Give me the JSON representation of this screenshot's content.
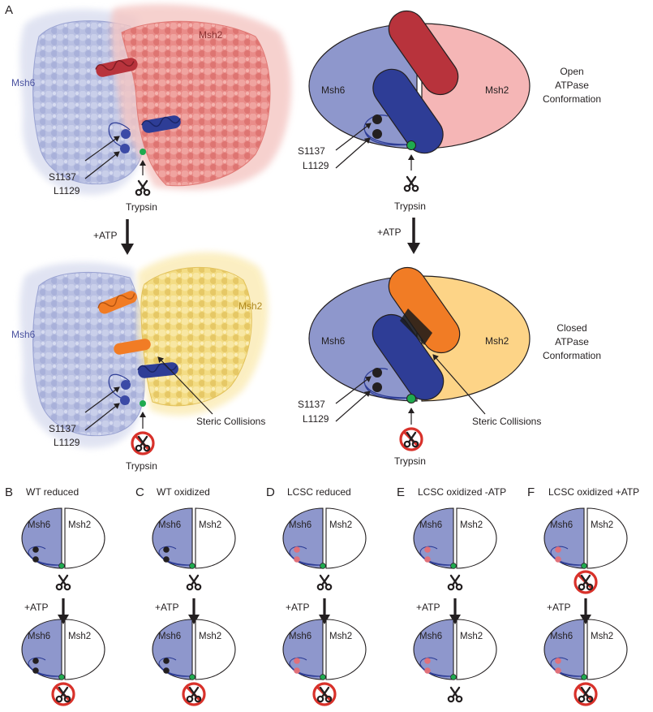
{
  "panel_a": {
    "letter": "A",
    "structure_top": {
      "msh6": "Msh6",
      "msh2": "Msh2",
      "s1137": "S1137",
      "l1129": "L1129",
      "trypsin": "Trypsin"
    },
    "add_atp": "+ATP",
    "structure_bottom": {
      "msh6": "Msh6",
      "msh2": "Msh2",
      "s1137": "S1137",
      "l1129": "L1129",
      "trypsin": "Trypsin",
      "steric": "Steric Collisions"
    },
    "schematic_top": {
      "msh6": "Msh6",
      "msh2": "Msh2",
      "s1137": "S1137",
      "l1129": "L1129",
      "trypsin": "Trypsin",
      "conformation_line1": "Open",
      "conformation_line2": "ATPase",
      "conformation_line3": "Conformation"
    },
    "schematic_add_atp": "+ATP",
    "schematic_bottom": {
      "msh6": "Msh6",
      "msh2": "Msh2",
      "s1137": "S1137",
      "l1129": "L1129",
      "trypsin": "Trypsin",
      "steric": "Steric Collisions",
      "conformation_line1": "Closed",
      "conformation_line2": "ATPase",
      "conformation_line3": "Conformation"
    },
    "colors": {
      "msh6": "#8e97cc",
      "msh2_open": "#f5b6b6",
      "msh2_closed": "#fdd487",
      "helix_red": "#b8333c",
      "helix_blue": "#2e3d96",
      "helix_orange": "#f17c25",
      "cleavage_site": "#1faa4f",
      "inhibit": "#d8312a"
    }
  },
  "panels": [
    {
      "letter": "B",
      "title": "WT reduced",
      "msh6": "Msh6",
      "msh2": "Msh2",
      "atp": "+ATP",
      "residue_color": "#231f20",
      "before_cleaved": true,
      "after_cleaved": false
    },
    {
      "letter": "C",
      "title": "WT oxidized",
      "msh6": "Msh6",
      "msh2": "Msh2",
      "atp": "+ATP",
      "residue_color": "#231f20",
      "before_cleaved": true,
      "after_cleaved": false
    },
    {
      "letter": "D",
      "title": "LCSC reduced",
      "msh6": "Msh6",
      "msh2": "Msh2",
      "atp": "+ATP",
      "residue_color": "#e0707a",
      "before_cleaved": true,
      "after_cleaved": false
    },
    {
      "letter": "E",
      "title": "LCSC oxidized -ATP",
      "msh6": "Msh6",
      "msh2": "Msh2",
      "atp": "+ATP",
      "residue_color": "#e0707a",
      "before_cleaved": true,
      "after_cleaved": true
    },
    {
      "letter": "F",
      "title": "LCSC oxidized +ATP",
      "msh6": "Msh6",
      "msh2": "Msh2",
      "atp": "+ATP",
      "residue_color": "#e0707a",
      "before_cleaved": false,
      "after_cleaved": false
    }
  ]
}
